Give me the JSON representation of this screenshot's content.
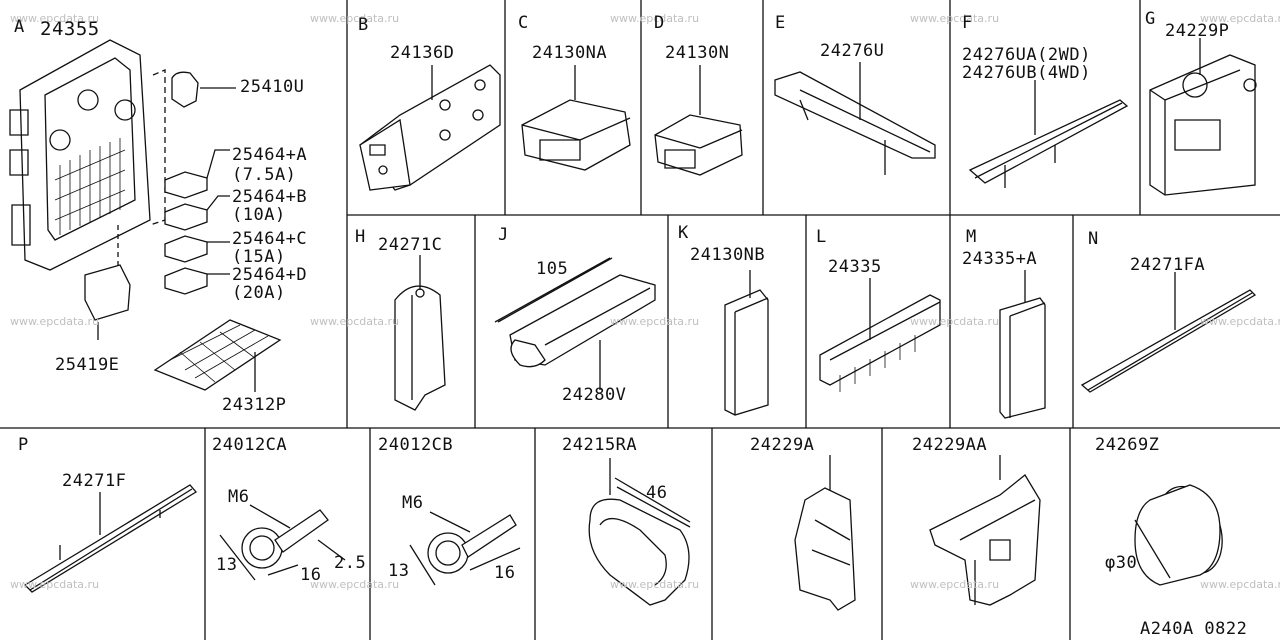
{
  "watermark": "www.epcdata.ru",
  "footer_code": "A240A 0822",
  "panels": {
    "A": {
      "letter": "A",
      "part_main": "24355",
      "p1": "25410U",
      "p2": "25464+A",
      "p2v": "(7.5A)",
      "p3": "25464+B",
      "p3v": "(10A)",
      "p4": "25464+C",
      "p4v": "(15A)",
      "p5": "25464+D",
      "p5v": "(20A)",
      "p6": "25419E",
      "p7": "24312P"
    },
    "B": {
      "letter": "B",
      "part": "24136D"
    },
    "C": {
      "letter": "C",
      "part": "24130NA"
    },
    "D": {
      "letter": "D",
      "part": "24130N"
    },
    "E": {
      "letter": "E",
      "part": "24276U"
    },
    "F": {
      "letter": "F",
      "part1": "24276UA(2WD)",
      "part2": "24276UB(4WD)"
    },
    "G": {
      "letter": "G",
      "part": "24229P"
    },
    "H": {
      "letter": "H",
      "part": "24271C"
    },
    "J": {
      "letter": "J",
      "part": "24280V",
      "dim": "105"
    },
    "K": {
      "letter": "K",
      "part": "24130NB"
    },
    "L": {
      "letter": "L",
      "part": "24335"
    },
    "M": {
      "letter": "M",
      "part": "24335+A"
    },
    "N": {
      "letter": "N",
      "part": "24271FA"
    },
    "P": {
      "letter": "P",
      "part": "24271F"
    },
    "CA": {
      "part": "24012CA",
      "thread": "M6",
      "d1": "13",
      "d2": "16",
      "d3": "2.5"
    },
    "CB": {
      "part": "24012CB",
      "thread": "M6",
      "d1": "13",
      "d2": "16"
    },
    "RA": {
      "part": "24215RA",
      "dim": "46"
    },
    "A229": {
      "part": "24229A"
    },
    "AA229": {
      "part": "24229AA"
    },
    "Z269": {
      "part": "24269Z",
      "dim": "φ30"
    }
  }
}
